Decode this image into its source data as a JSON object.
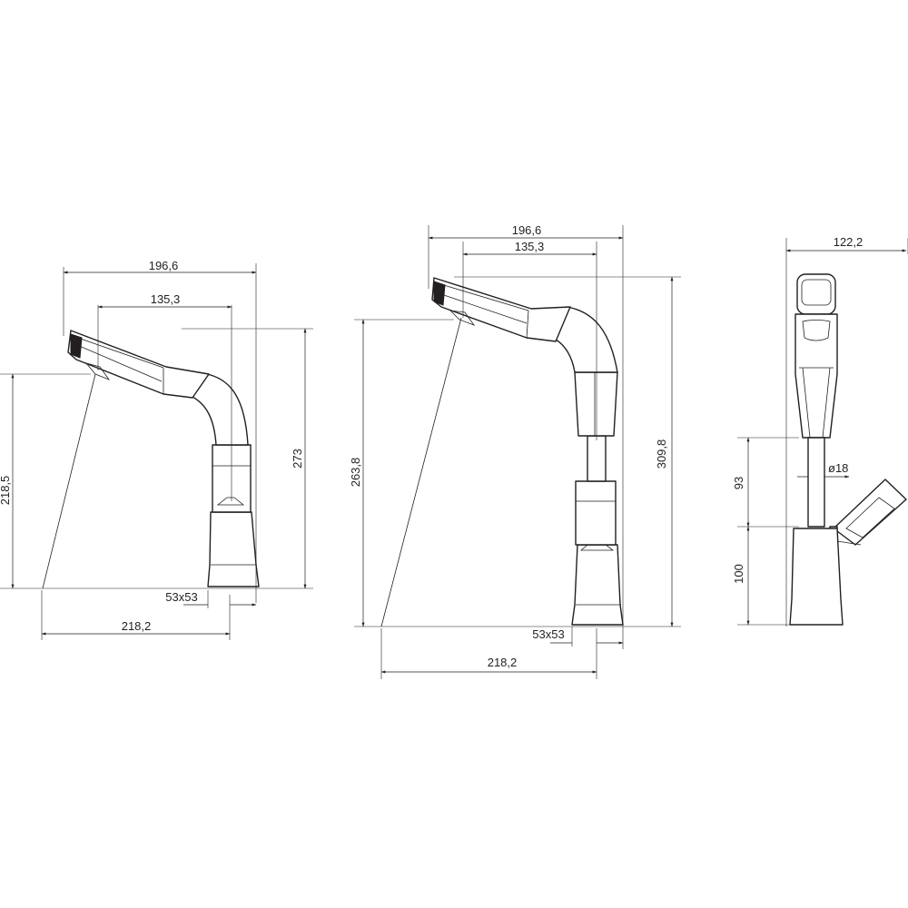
{
  "views": {
    "side_closed": {
      "top_width": "196,6",
      "spout_reach": "135,3",
      "spout_height": "218,5",
      "total_height": "273",
      "base_size": "53x53",
      "bottom_reach": "218,2"
    },
    "side_extended": {
      "top_width": "196,6",
      "spout_reach": "135,3",
      "spout_height": "263,8",
      "total_height": "309,8",
      "base_size": "53x53",
      "bottom_reach": "218,2"
    },
    "front": {
      "top_width": "122,2",
      "extension_height": "93",
      "rod_diameter": "ø18",
      "base_height": "100"
    }
  }
}
